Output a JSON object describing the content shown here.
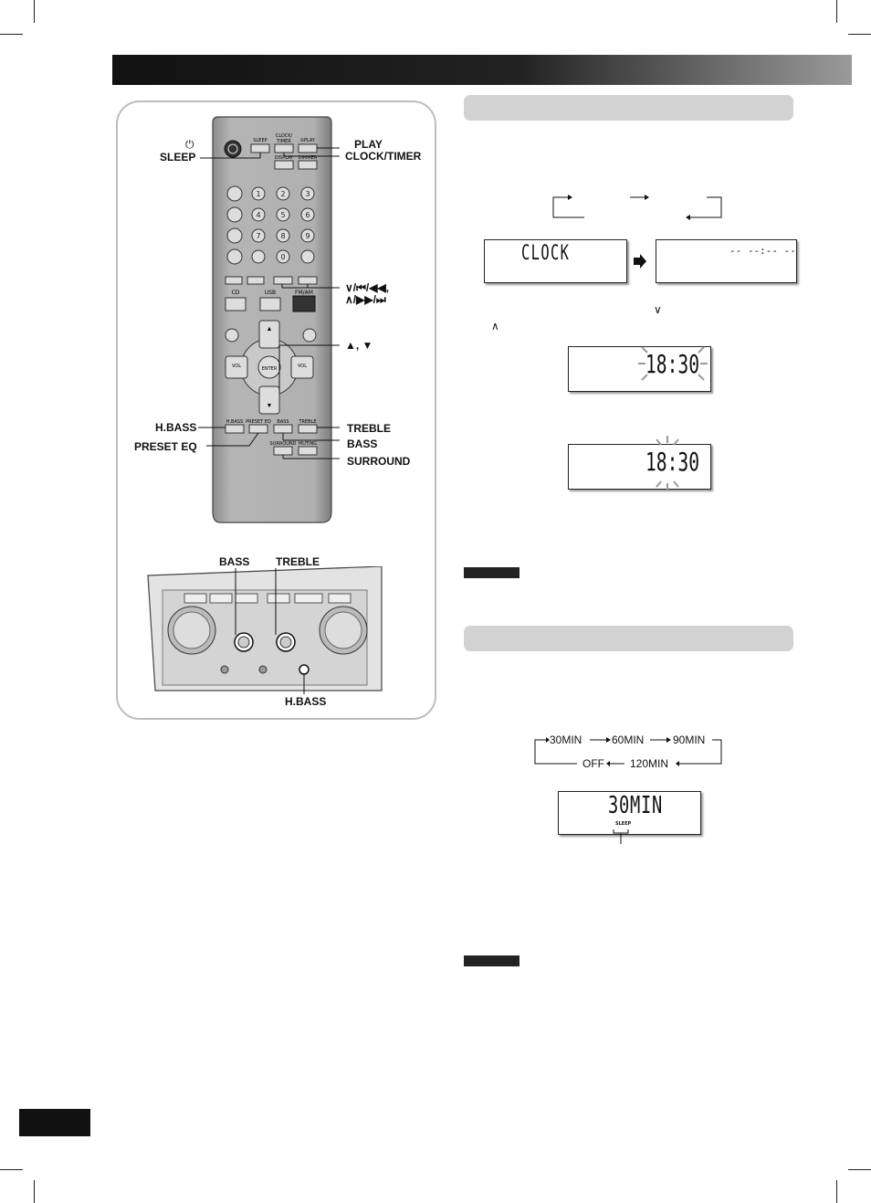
{
  "remote_labels": {
    "power_symbol": "⏻",
    "sleep": "SLEEP",
    "play": "PLAY",
    "clock_timer": "CLOCK/TIMER",
    "skip_top": "∨/⏮/◀◀,",
    "skip_bottom": "∧/▶▶/⏭",
    "up_down": "▲, ▼",
    "hbass": "H.BASS",
    "preset_eq": "PRESET EQ",
    "treble": "TREBLE",
    "bass": "BASS",
    "surround": "SURROUND"
  },
  "unit_labels": {
    "bass": "BASS",
    "treble": "TREBLE",
    "hbass": "H.BASS"
  },
  "clock_section": {
    "display1": "CLOCK",
    "display2": "-- --:-- --",
    "down_symbol": "∨",
    "up_symbol": "∧",
    "display3": "18:30",
    "display4": "18:30"
  },
  "sleep_section": {
    "seq_30": "30MIN",
    "seq_60": "60MIN",
    "seq_90": "90MIN",
    "seq_off": "OFF",
    "seq_120": "120MIN",
    "display": "30MIN",
    "indicator": "SLEEP"
  },
  "colors": {
    "header_dark": "#111111",
    "section_bar": "#d2d2d2",
    "remote_body": "#a9a9a9"
  }
}
